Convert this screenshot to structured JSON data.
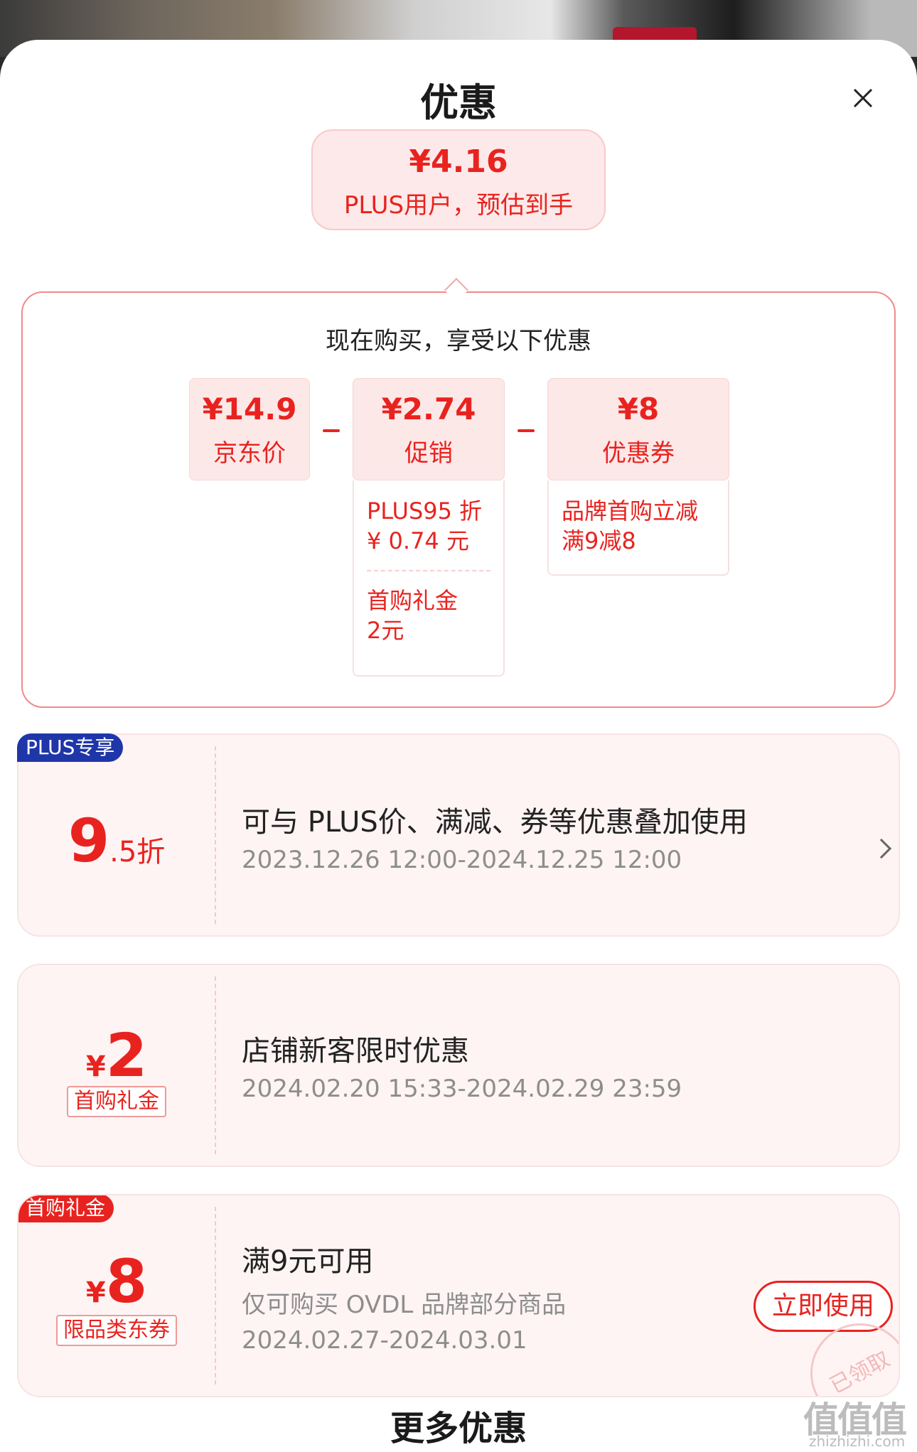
{
  "sheet": {
    "title": "优惠"
  },
  "estimate": {
    "price": "¥4.16",
    "label": "PLUS用户，预估到手"
  },
  "breakdown": {
    "title": "现在购买，享受以下优惠",
    "jd_price": {
      "value": "¥14.9",
      "label": "京东价"
    },
    "promo": {
      "value": "¥2.74",
      "label": "促销",
      "details": [
        "PLUS95 折",
        "¥ 0.74 元",
        "首购礼金",
        "2元"
      ]
    },
    "coupon": {
      "value": "¥8",
      "label": "优惠券",
      "details": [
        "品牌首购立减",
        "满9减8"
      ]
    }
  },
  "coupons": [
    {
      "tag": "PLUS专享",
      "big": "9",
      "small": ".5折",
      "title": "可与 PLUS价、满减、券等优惠叠加使用",
      "period": "2023.12.26 12:00-2024.12.25 12:00"
    },
    {
      "currency": "¥",
      "amount": "2",
      "type_label": "首购礼金",
      "title": "店铺新客限时优惠",
      "period": "2024.02.20 15:33-2024.02.29 23:59"
    },
    {
      "tag": "首购礼金",
      "currency": "¥",
      "amount": "8",
      "type_label": "限品类东券",
      "title": "满9元可用",
      "scope": "仅可购买 OVDL 品牌部分商品",
      "period": "2024.02.27-2024.03.01",
      "button": "立即使用",
      "stamp": "已领取"
    }
  ],
  "next_section": "更多优惠",
  "watermark": {
    "main": "值值值",
    "sub": "zhizhizhi.com"
  },
  "colors": {
    "accent": "#e8231f",
    "plus_tag": "#1f36a8",
    "card_bg": "#fff4f4"
  }
}
